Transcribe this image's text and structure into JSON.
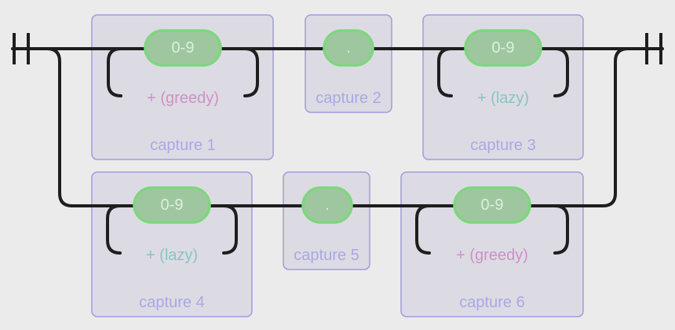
{
  "diagram": {
    "alternatives": [
      {
        "groups": [
          {
            "label": "capture 1",
            "node": "0-9",
            "quantifier": "+ (greedy)"
          },
          {
            "label": "capture 2",
            "node": "."
          },
          {
            "label": "capture 3",
            "node": "0-9",
            "quantifier": "+ (lazy)"
          }
        ]
      },
      {
        "groups": [
          {
            "label": "capture 4",
            "node": "0-9",
            "quantifier": "+ (lazy)"
          },
          {
            "label": "capture 5",
            "node": "."
          },
          {
            "label": "capture 6",
            "node": "0-9",
            "quantifier": "+ (greedy)"
          }
        ]
      }
    ],
    "colors": {
      "group_fill": "#dcdbe3",
      "group_border": "#9f9ddc",
      "node_fill": "#9fc79f",
      "node_border": "#7fd67f",
      "greedy": "#cf8fc8",
      "lazy": "#86c6c2"
    }
  }
}
